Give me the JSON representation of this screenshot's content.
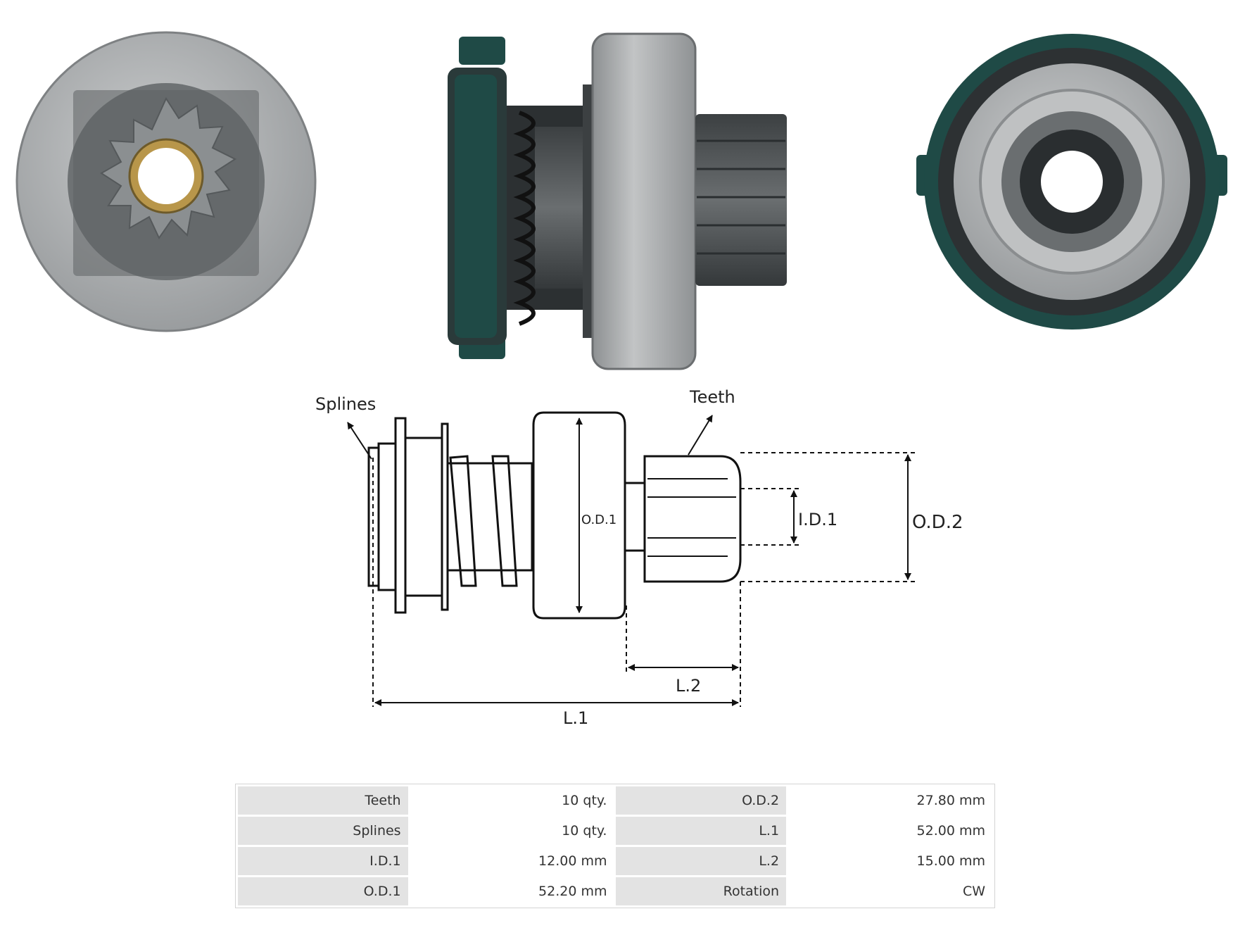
{
  "colors": {
    "steel": "#a8abad",
    "dark_steel": "#4a4e50",
    "green_plastic": "#1f4a46",
    "brass": "#b8964a",
    "line": "#111111"
  },
  "diagram": {
    "splines_label": "Splines",
    "teeth_label": "Teeth",
    "od1_label": "O.D.1",
    "od2_label": "O.D.2",
    "id1_label": "I.D.1",
    "l1_label": "L.1",
    "l2_label": "L.2"
  },
  "specs": [
    {
      "k1": "Teeth",
      "v1": "10 qty.",
      "k2": "O.D.2",
      "v2": "27.80 mm"
    },
    {
      "k1": "Splines",
      "v1": "10 qty.",
      "k2": "L.1",
      "v2": "52.00 mm"
    },
    {
      "k1": "I.D.1",
      "v1": "12.00 mm",
      "k2": "L.2",
      "v2": "15.00 mm"
    },
    {
      "k1": "O.D.1",
      "v1": "52.20 mm",
      "k2": "Rotation",
      "v2": "CW"
    }
  ]
}
